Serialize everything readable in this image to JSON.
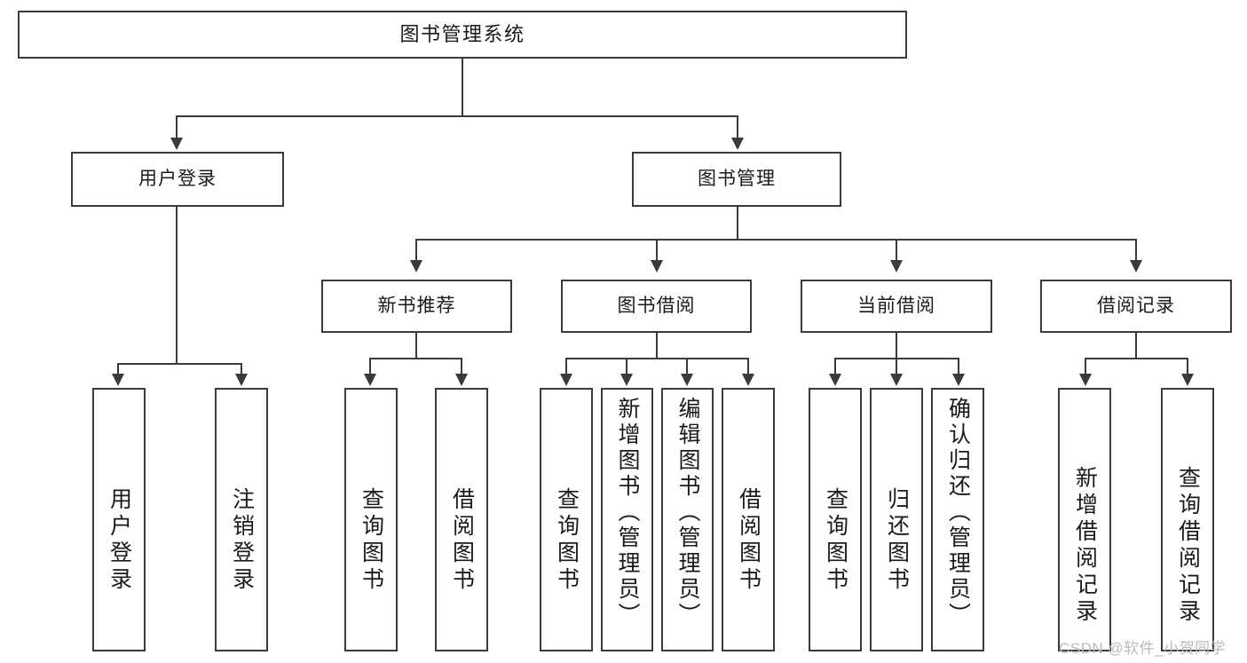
{
  "diagram": {
    "title": "图书管理系统",
    "type": "tree",
    "watermark": "CSDN @软件_小贺同学",
    "colors": {
      "stroke": "#3a3a3a",
      "fill": "#ffffff",
      "text": "#1a1a1a",
      "watermark": "#b9b9b9"
    },
    "levels": {
      "root": {
        "label": "图书管理系统"
      },
      "level2": [
        {
          "label": "用户登录"
        },
        {
          "label": "图书管理"
        }
      ],
      "level3": [
        {
          "label": "新书推荐"
        },
        {
          "label": "图书借阅"
        },
        {
          "label": "当前借阅"
        },
        {
          "label": "借阅记录"
        }
      ],
      "leaves": {
        "user_login": [
          {
            "label": "用户登录"
          },
          {
            "label": "注销登录"
          }
        ],
        "new_book_recommend": [
          {
            "label": "查询图书"
          },
          {
            "label": "借阅图书"
          }
        ],
        "book_borrow": [
          {
            "label": "查询图书"
          },
          {
            "label": "新增图书（管理员）"
          },
          {
            "label": "编辑图书（管理员）"
          },
          {
            "label": "借阅图书"
          }
        ],
        "current_borrow": [
          {
            "label": "查询图书"
          },
          {
            "label": "归还图书"
          },
          {
            "label": "确认归还（管理员）"
          }
        ],
        "borrow_record": [
          {
            "label": "新增借阅记录"
          },
          {
            "label": "查询借阅记录"
          }
        ]
      }
    }
  }
}
